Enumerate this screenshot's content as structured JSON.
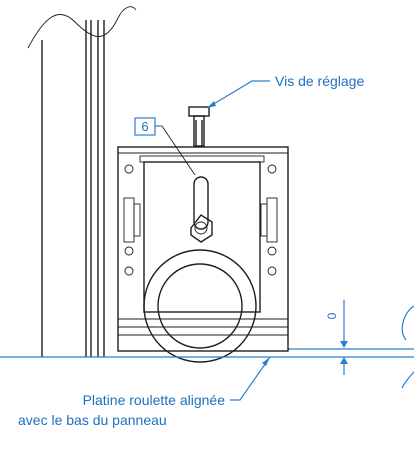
{
  "labels": {
    "adjust_screw": "Vis de réglage",
    "part_number": "6",
    "plate_line1": "Platine roulette alignée",
    "plate_line2": "avec le bas du panneau",
    "gap_value": "0"
  },
  "colors": {
    "annotation": "#1f6fc0",
    "outline": "#1e1e1e"
  }
}
